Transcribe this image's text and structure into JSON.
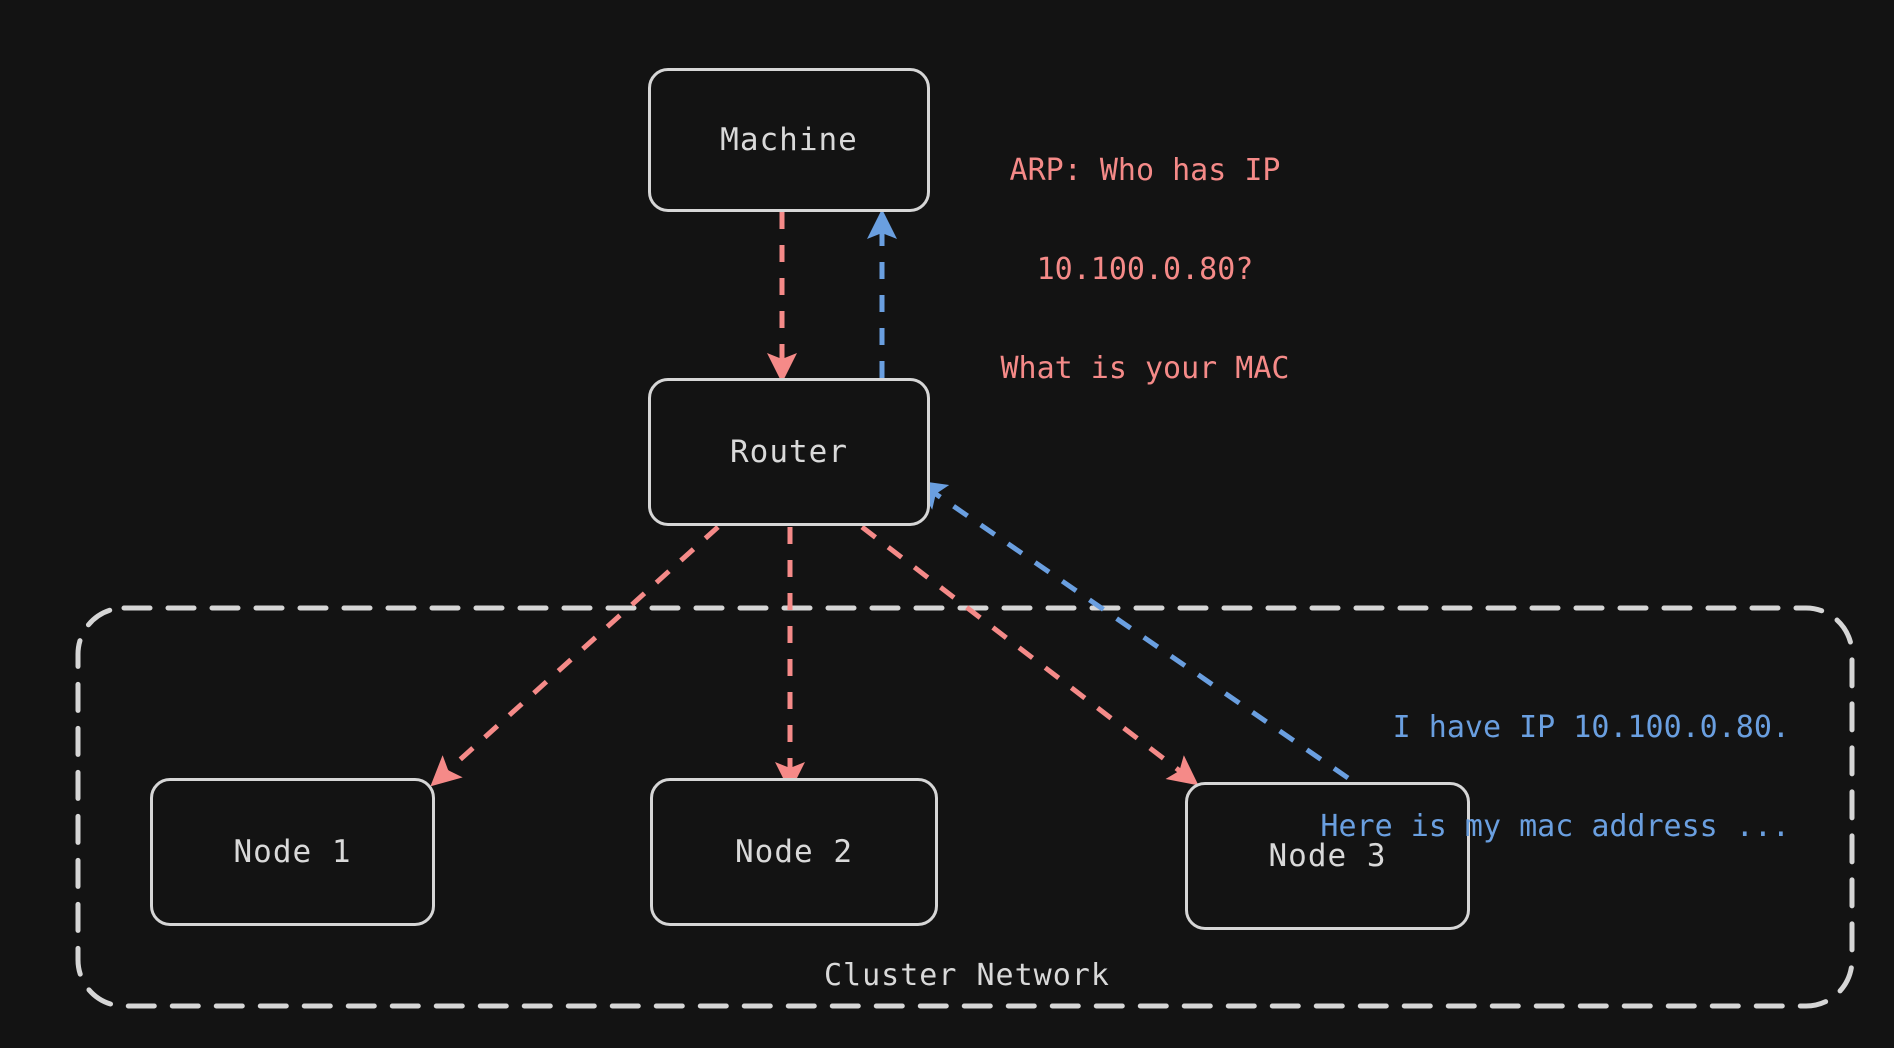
{
  "diagram": {
    "title": "ARP resolution across cluster network",
    "background_color": "#131313",
    "node_border_color": "#d6d6d6",
    "node_text_color": "#d9d9d9",
    "request_color": "#f58a88",
    "reply_color": "#6a9fe0",
    "cluster_border_color": "#d6d6d6"
  },
  "nodes": {
    "machine": {
      "label": "Machine"
    },
    "router": {
      "label": "Router"
    },
    "node1": {
      "label": "Node 1"
    },
    "node2": {
      "label": "Node 2"
    },
    "node3": {
      "label": "Node 3"
    }
  },
  "cluster": {
    "label": "Cluster Network"
  },
  "labels": {
    "arp_request": {
      "line1": "ARP: Who has IP",
      "line2": "10.100.0.80?",
      "line3": "What is your MAC",
      "color": "#f58a88"
    },
    "arp_reply": {
      "line1": "I have IP 10.100.0.80.",
      "line2": "Here is my mac address ...",
      "color": "#6a9fe0"
    }
  },
  "edges": [
    {
      "id": "machine-to-router",
      "from": "Machine",
      "to": "Router",
      "style": "dashed",
      "color": "#f58a88",
      "direction": "down"
    },
    {
      "id": "router-to-machine",
      "from": "Router",
      "to": "Machine",
      "style": "dashed",
      "color": "#6a9fe0",
      "direction": "up"
    },
    {
      "id": "router-to-node1",
      "from": "Router",
      "to": "Node 1",
      "style": "dashed",
      "color": "#f58a88",
      "direction": "down-left"
    },
    {
      "id": "router-to-node2",
      "from": "Router",
      "to": "Node 2",
      "style": "dashed",
      "color": "#f58a88",
      "direction": "down"
    },
    {
      "id": "router-to-node3",
      "from": "Router",
      "to": "Node 3",
      "style": "dashed",
      "color": "#f58a88",
      "direction": "down-right"
    },
    {
      "id": "node3-to-router",
      "from": "Node 3",
      "to": "Router",
      "style": "dashed",
      "color": "#6a9fe0",
      "direction": "up-left"
    }
  ]
}
